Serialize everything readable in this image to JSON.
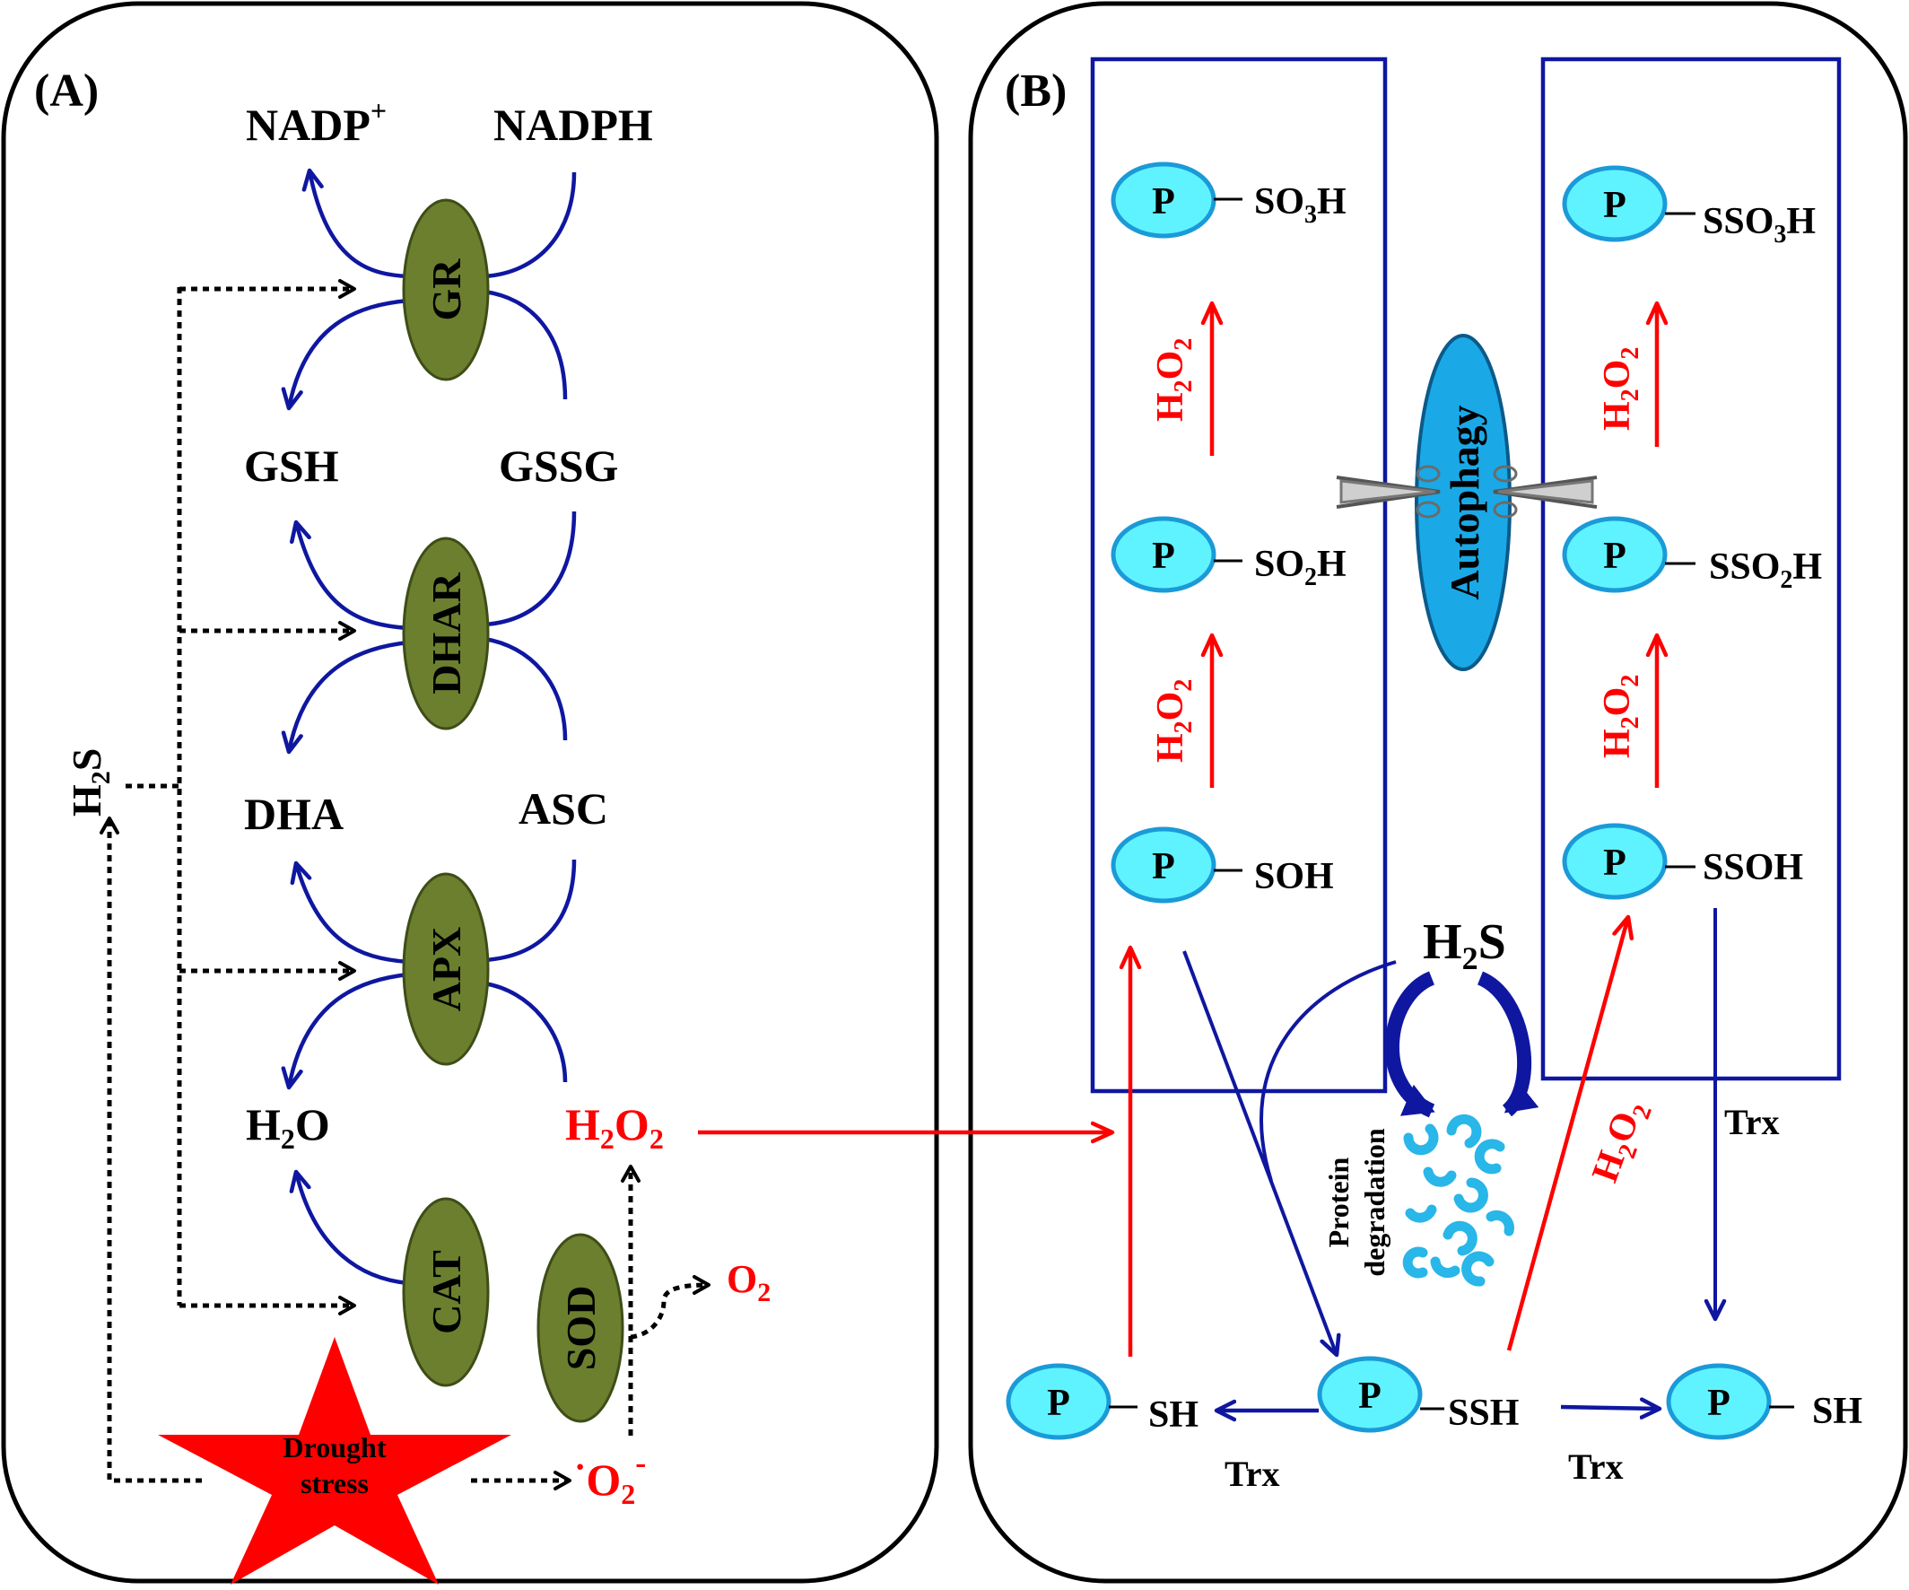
{
  "colors": {
    "blue": "#0f17a0",
    "red": "#ff0000",
    "black": "#000000",
    "enzyme_fill": "#6b7f2e",
    "enzyme_stroke": "#3e4d17",
    "protein_fill": "#5ff3ff",
    "protein_stroke": "#1b9ad8",
    "autophagy_fill": "#1aa9e6",
    "autophagy_stroke": "#0b5a8a",
    "fragment": "#29b6e8"
  },
  "panelA": {
    "label": "(A)",
    "nadp_base": "NADP",
    "nadp_sup": "+",
    "nadph": "NADPH",
    "gsh": "GSH",
    "gssg": "GSSG",
    "dha": "DHA",
    "asc": "ASC",
    "h2o_a": "H",
    "h2o_sub": "2",
    "h2o_b": "O",
    "h2o2_a": "H",
    "h2o2_sub1": "2",
    "h2o2_b": "O",
    "h2o2_sub2": "2",
    "o2_a": "O",
    "o2_sub": "2",
    "superoxide_dot": "·",
    "superoxide_a": "O",
    "superoxide_sub": "2",
    "superoxide_sup": "-",
    "h2s_a": "H",
    "h2s_sub": "2",
    "h2s_b": "S",
    "enzymes": {
      "gr": "GR",
      "dhar": "DHAR",
      "apx": "APX",
      "cat": "CAT",
      "sod": "SOD"
    },
    "stress_line1": "Drought",
    "stress_line2": "stress"
  },
  "panelB": {
    "label": "(B)",
    "protein": "P",
    "left_column": {
      "top_a": "SO",
      "top_sub": "3",
      "top_b": "H",
      "mid_a": "SO",
      "mid_sub": "2",
      "mid_b": "H",
      "bottom": "SOH"
    },
    "right_column": {
      "top_a": "SSO",
      "top_sub": "3",
      "top_b": "H",
      "mid_a": "SSO",
      "mid_sub": "2",
      "mid_b": "H",
      "bottom": "SSOH"
    },
    "oxidant_a": "H",
    "oxidant_sub1": "2",
    "oxidant_b": "O",
    "oxidant_sub2": "2",
    "autophagy": "Autophagy",
    "h2s_a": "H",
    "h2s_sub": "2",
    "h2s_b": "S",
    "degradation_line1": "Protein",
    "degradation_line2": "degradation",
    "bottom_row": {
      "left": "SH",
      "middle": "SSH",
      "right": "SH"
    },
    "trx": "Trx"
  }
}
